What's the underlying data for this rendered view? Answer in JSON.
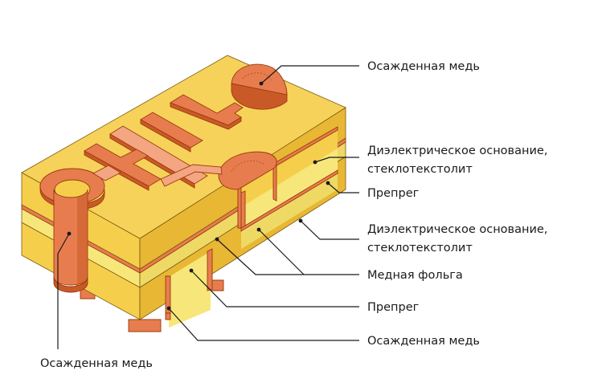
{
  "colors": {
    "board_top": "#F7D25A",
    "board_front": "#F5CE4C",
    "board_side": "#E8B734",
    "prepreg_front": "#F7E77A",
    "prepreg_side": "#EED965",
    "copper": "#E77D4E",
    "copper_light": "#F4A682",
    "copper_dark": "#C95A27"
  },
  "labels": {
    "deposited_copper_top": "Осажденная медь",
    "dielectric_base_top_line1": "Диэлектрическое основание,",
    "dielectric_base_top_line2": "стеклотекстолит",
    "prepreg_top": "Препрег",
    "dielectric_base_bottom_line1": "Диэлектрическое основание,",
    "dielectric_base_bottom_line2": "стеклотекстолит",
    "copper_foil": "Медная фольга",
    "prepreg_bottom": "Препрег",
    "deposited_copper_bottom": "Осажденная медь",
    "deposited_copper_left": "Осажденная медь"
  }
}
